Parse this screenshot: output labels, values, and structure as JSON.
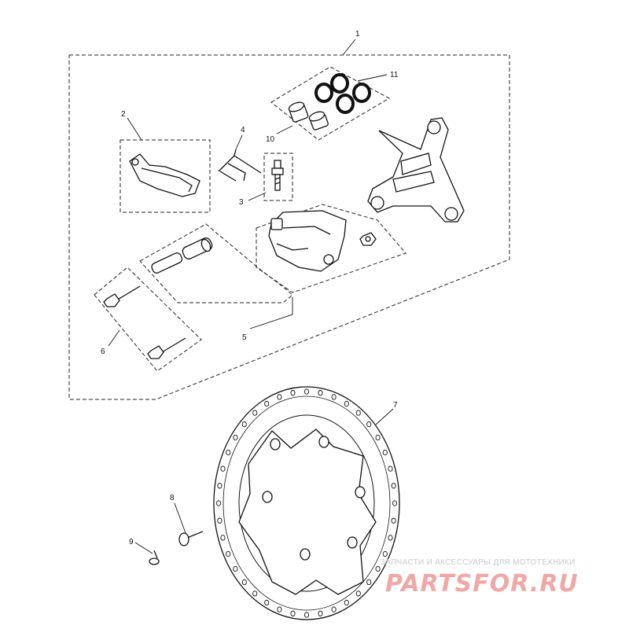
{
  "callouts": [
    {
      "id": "1",
      "label": "1"
    },
    {
      "id": "2",
      "label": "2"
    },
    {
      "id": "3",
      "label": "3"
    },
    {
      "id": "4",
      "label": "4"
    },
    {
      "id": "5",
      "label": "5"
    },
    {
      "id": "6",
      "label": "6"
    },
    {
      "id": "7",
      "label": "7"
    },
    {
      "id": "8",
      "label": "8"
    },
    {
      "id": "9",
      "label": "9"
    },
    {
      "id": "10",
      "label": "10"
    },
    {
      "id": "11",
      "label": "11"
    }
  ],
  "watermark": {
    "subtitle": "ЗАПЧАСТИ И АКСЕССУАРЫ ДЛЯ МОТОТЕХНИКИ",
    "logo": "PARTSFOR.RU"
  },
  "colors": {
    "line": "#111111",
    "watermark_logo": "#f2a7a7",
    "watermark_text": "#c9c9c9"
  }
}
